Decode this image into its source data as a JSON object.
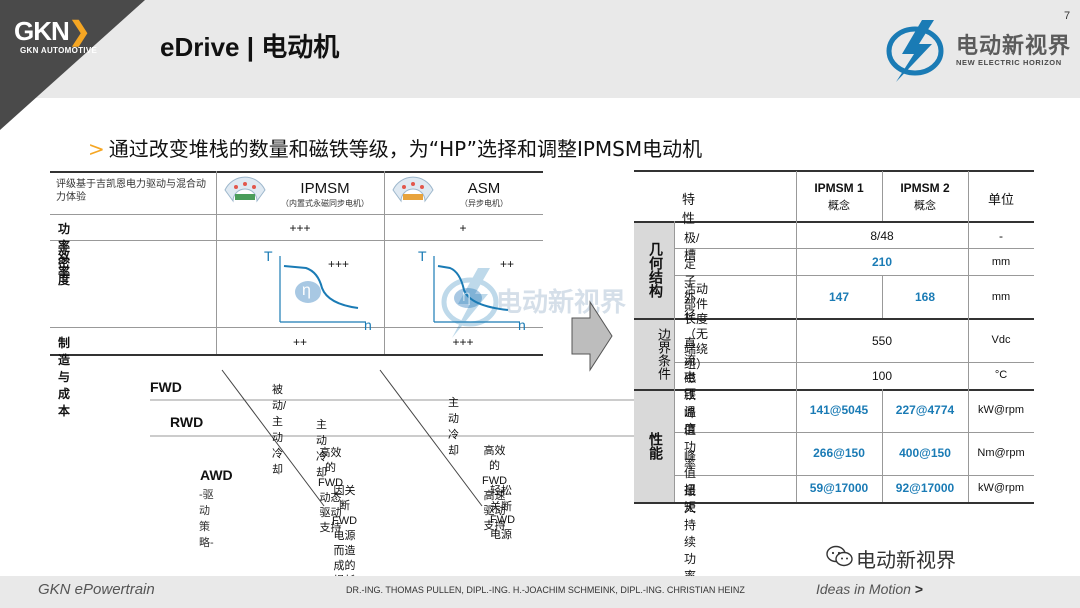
{
  "header": {
    "logo_mark": "GKN",
    "logo_sub": "GKN AUTOMOTIVE",
    "title": "eDrive | 电动机",
    "page_number": "7",
    "brand_cn": "电动新视界",
    "brand_en": "NEW ELECTRIC HORIZON"
  },
  "subtitle": {
    "marker": ">",
    "text": "通过改变堆栈的数量和磁铁等级，为“HP”选择和调整IPMSM电动机"
  },
  "left_table": {
    "intro": "评级基于吉凯恩电力驱动与混合动力体验",
    "col1": {
      "title": "IPMSM",
      "subtitle": "（内置式永磁同步电机）"
    },
    "col2": {
      "title": "ASM",
      "subtitle": "（异步电机）"
    },
    "rows": [
      {
        "label": "功率密度",
        "v1": "+++",
        "v2": "+"
      },
      {
        "label": "效率",
        "v1": "+++",
        "v2": "++"
      },
      {
        "label": "制造与成本",
        "v1": "++",
        "v2": "+++"
      }
    ],
    "graph_labels": {
      "t": "T",
      "n": "n",
      "eta": "η"
    }
  },
  "strategy": {
    "fwd": "FWD",
    "rwd": "RWD",
    "awd": "AWD",
    "awd_sub": "-驱动策略-",
    "fwd_cooling": "被动/主动冷却",
    "rwd_cooling": "主动冷却",
    "right_cooling": "主动冷却",
    "awd_mid_top": "高效的FWD\n动态驱动支持",
    "awd_mid_bottom": "因关断FWD电源\n而造成的损耗",
    "awd_right_top": "高效的FWD高速\n驱动支持",
    "awd_right_bottom": "轻松关断FWD电源"
  },
  "right_table": {
    "headers": {
      "property": "特性",
      "ipmsm1": "IPMSM 1",
      "ipmsm1_sub": "概念",
      "ipmsm2": "IPMSM 2",
      "ipmsm2_sub": "概念",
      "unit": "单位"
    },
    "groups": {
      "geometry": "几何结构",
      "boundary": "边界条件",
      "performance": "性能"
    },
    "rows": [
      {
        "label": "极/槽",
        "value": "8/48",
        "unit": "-"
      },
      {
        "label": "定子外径",
        "value": "210",
        "unit": "mm"
      },
      {
        "label": "活动部件长度\n（无端绕组）",
        "v1": "147",
        "v2": "168",
        "unit": "mm"
      },
      {
        "label": "直流电压",
        "value": "550",
        "unit": "Vdc"
      },
      {
        "label": "磁铁温度",
        "value": "100",
        "unit": "°C"
      },
      {
        "label": "峰值功率",
        "v1": "141@5045",
        "v2": "227@4774",
        "unit": "kW@rpm"
      },
      {
        "label": "峰值扭矩",
        "v1": "266@150",
        "v2": "400@150",
        "unit": "Nm@rpm"
      },
      {
        "label": "最大持续功率",
        "v1": "59@17000",
        "v2": "92@17000",
        "unit": "kW@rpm"
      }
    ]
  },
  "footer": {
    "left": "GKN ePowertrain",
    "authors": "DR.-ING. THOMAS PULLEN, DIPL.-ING. H.-JOACHIM SCHMEINK, DIPL.-ING. CHRISTIAN HEINZ",
    "right": "Ideas in Motion",
    "right_chevron": ">",
    "wechat": "电动新视界"
  },
  "colors": {
    "accent": "#f5a623",
    "blue": "#1a7bb5",
    "header_bg": "#e9e9e9"
  }
}
